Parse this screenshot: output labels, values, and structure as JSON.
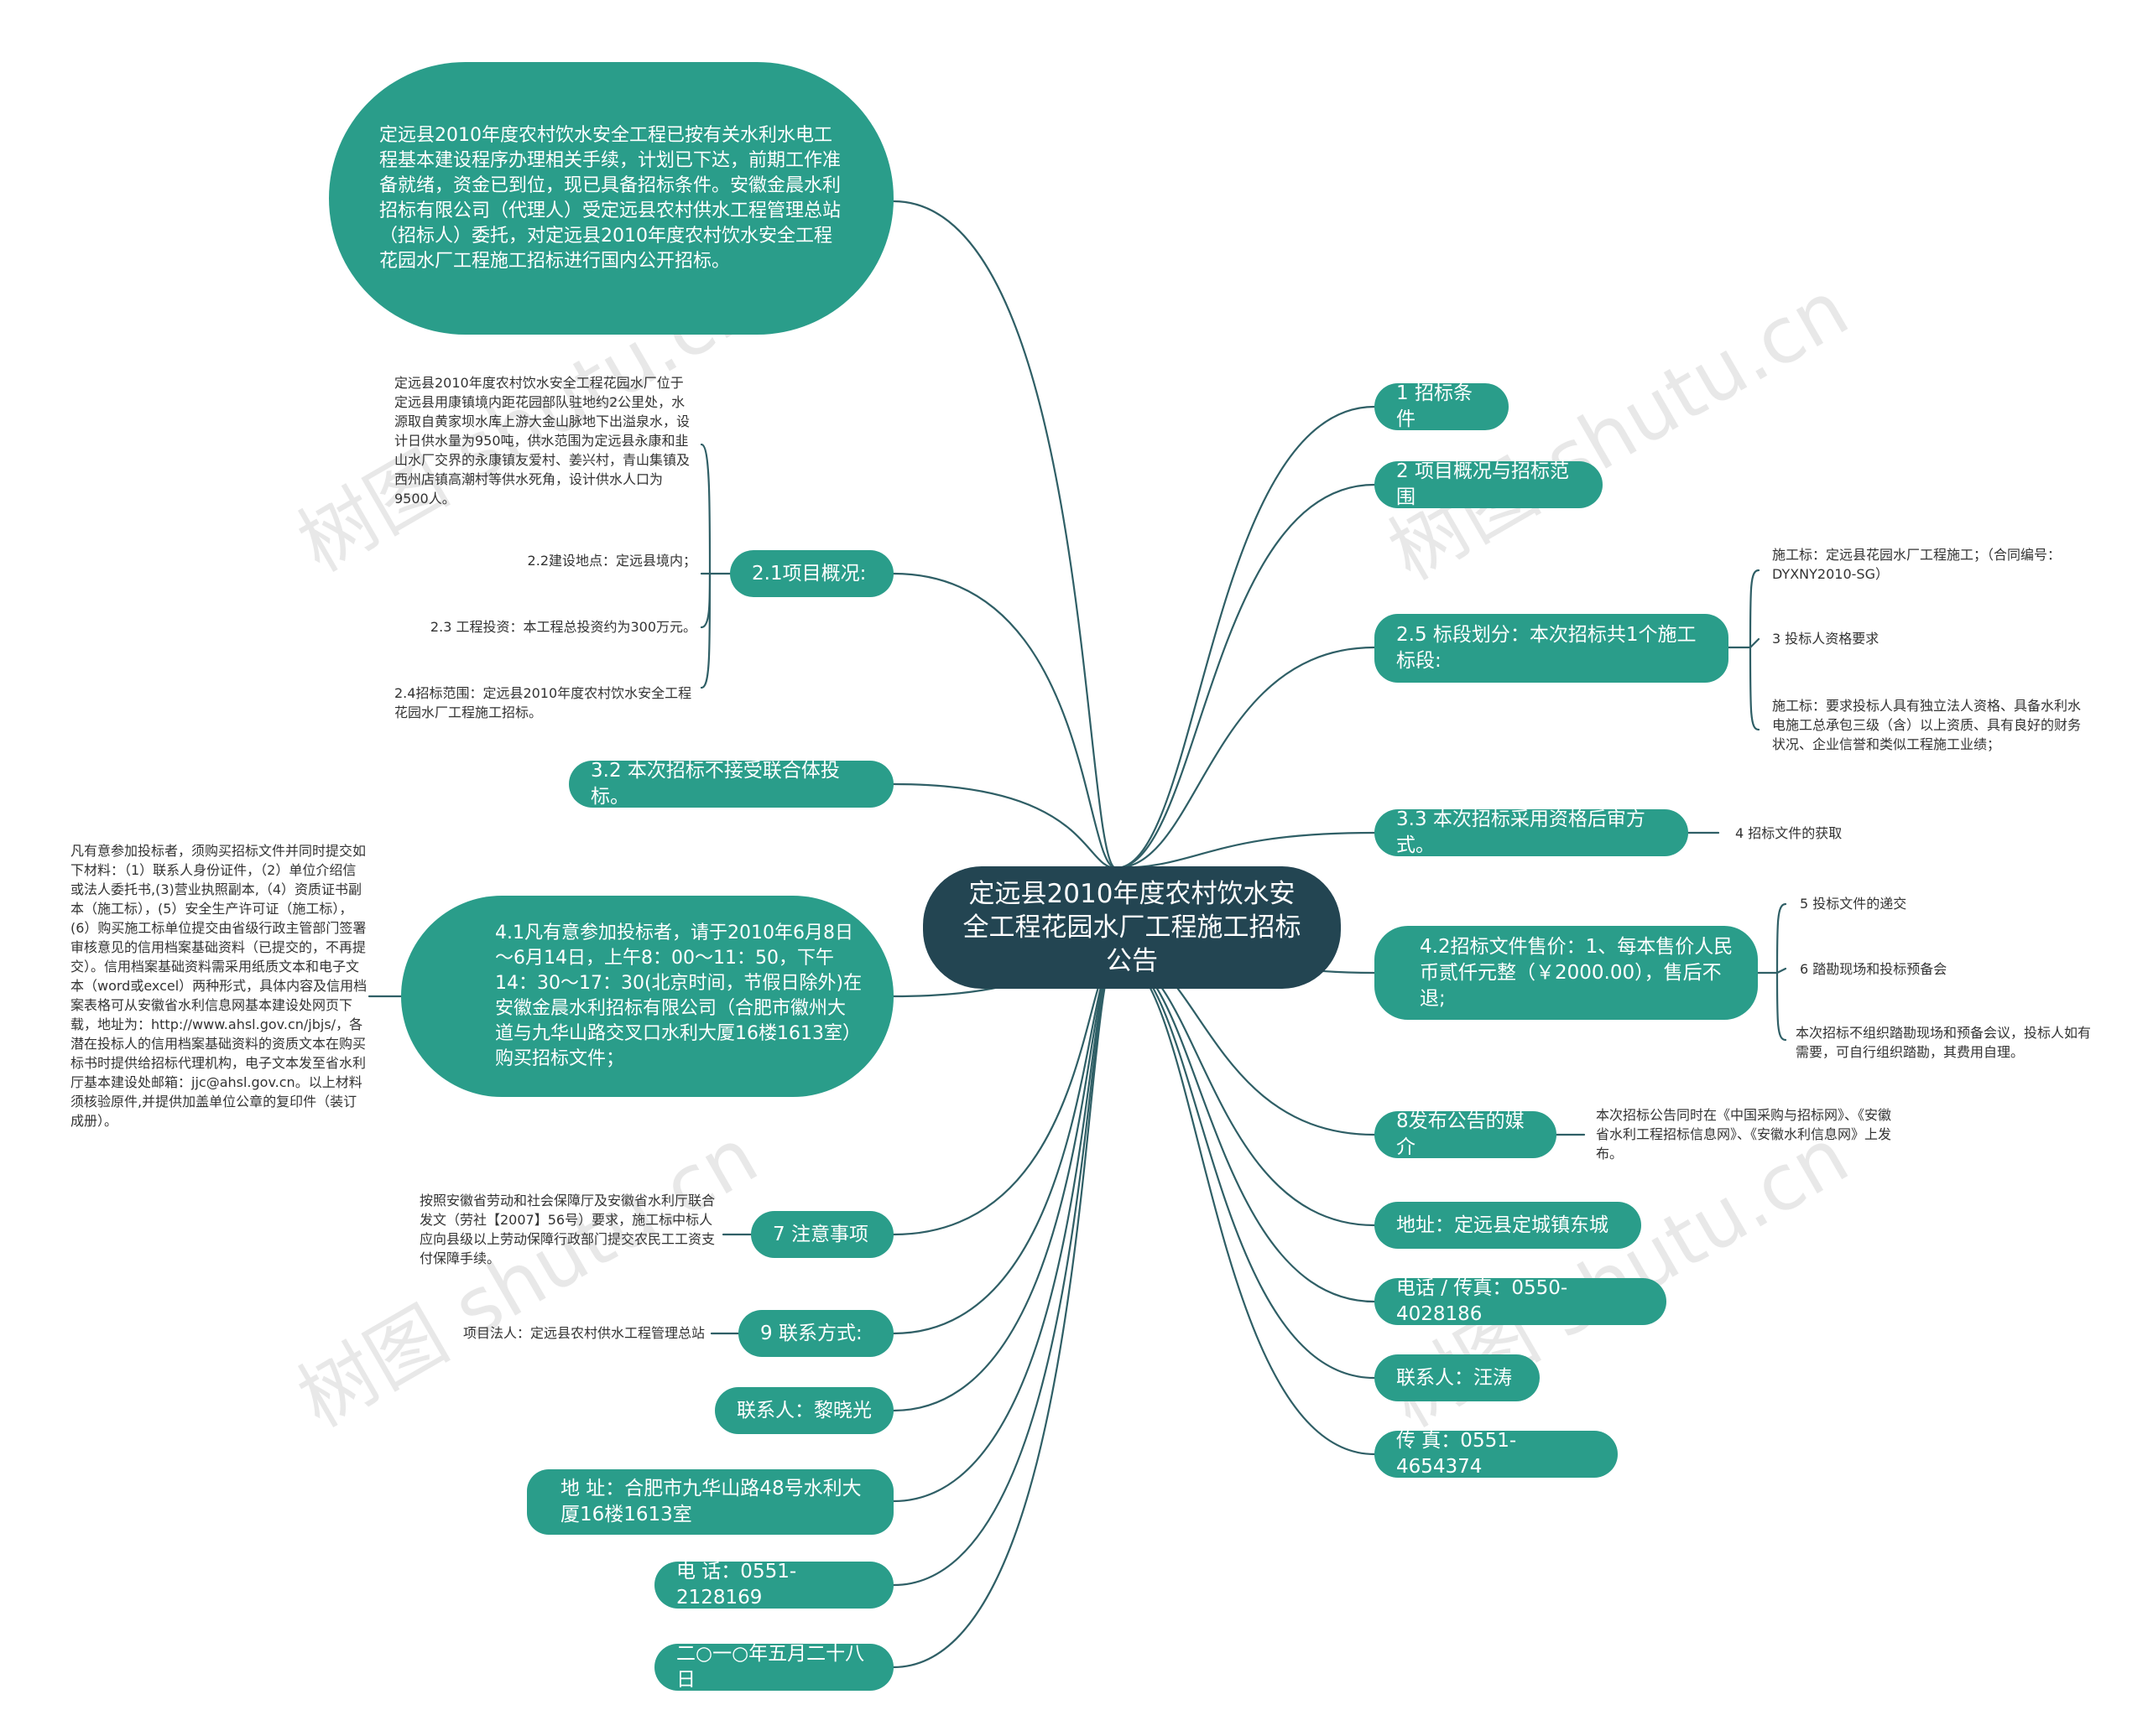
{
  "root": "定远县2010年度农村饮水安全工程花园水厂工程施工招标公告",
  "intro": "定远县2010年度农村饮水安全工程已按有关水利水电工程基本建设程序办理相关手续，计划已下达，前期工作准备就绪，资金已到位，现已具备招标条件。安徽金晨水利招标有限公司（代理人）受定远县农村供水工程管理总站（招标人）委托，对定远县2010年度农村饮水安全工程花园水厂工程施工招标进行国内公开招标。",
  "left": {
    "item21": {
      "label": "2.1项目概况:",
      "notes": [
        "定远县2010年度农村饮水安全工程花园水厂位于定远县用康镇境内距花园部队驻地约2公里处，水源取自黄家坝水库上游大金山脉地下出溢泉水，设计日供水量为950吨，供水范围为定远县永康和韭山水厂交界的永康镇友爱村、姜兴村，青山集镇及西州店镇高潮村等供水死角，设计供水人口为9500人。",
        "2.2建设地点：定远县境内；",
        "2.3 工程投资：本工程总投资约为300万元。",
        "2.4招标范围：定远县2010年度农村饮水安全工程花园水厂工程施工招标。"
      ]
    },
    "item32": "3.2 本次招标不接受联合体投标。",
    "item41": {
      "label": "4.1凡有意参加投标者，请于2010年6月8日～6月14日，上午8：00～11：50，下午14：30～17：30(北京时间，节假日除外)在安徽金晨水利招标有限公司（合肥市徽州大道与九华山路交叉口水利大厦16楼1613室）购买招标文件；",
      "note": "凡有意参加投标者，须购买招标文件并同时提交如下材料：（1）联系人身份证件，（2）单位介绍信或法人委托书,(3)营业执照副本,（4）资质证书副本（施工标），(5）安全生产许可证（施工标），(6）购买施工标单位提交由省级行政主管部门签署审核意见的信用档案基础资料（已提交的，不再提交）。信用档案基础资料需采用纸质文本和电子文本（word或excel）两种形式，具体内容及信用档案表格可从安徽省水利信息网基本建设处网页下载，地址为：http://www.ahsl.gov.cn/jbjs/，各潜在投标人的信用档案基础资料的资质文本在购买标书时提供给招标代理机构，电子文本发至省水利厅基本建设处邮箱：jjc@ahsl.gov.cn。以上材料须核验原件,并提供加盖单位公章的复印件（装订成册）。"
    },
    "item7": {
      "label": "7  注意事项",
      "note": "按照安徽省劳动和社会保障厅及安徽省水利厅联合发文（劳社【2007】56号）要求，施工标中标人应向县级以上劳动保障行政部门提交农民工工资支付保障手续。"
    },
    "item9": {
      "label": "9 联系方式:",
      "note": "项目法人：定远县农村供水工程管理总站"
    },
    "contact": "联系人：黎晓光",
    "address": "地 址：合肥市九华山路48号水利大厦16楼1613室",
    "phone": "电 话：0551-2128169",
    "date": "二○一○年五月二十八日"
  },
  "right": {
    "item1": "1 招标条件",
    "item2": "2 项目概况与招标范围",
    "item25": {
      "label": "2.5 标段划分：本次招标共1个施工标段:",
      "notes": [
        "施工标：定远县花园水厂工程施工；（合同编号：DYXNY2010-SG）",
        "3 投标人资格要求",
        "施工标：要求投标人具有独立法人资格、具备水利水电施工总承包三级（含）以上资质、具有良好的财务状况、企业信誉和类似工程施工业绩；"
      ]
    },
    "item33": {
      "label": "3.3 本次招标采用资格后审方式。",
      "note": "4 招标文件的获取"
    },
    "item42": {
      "label": "4.2招标文件售价：1、每本售价人民币贰仟元整（￥2000.00），售后不退;",
      "notes": [
        "5 投标文件的递交",
        "6 踏勘现场和投标预备会",
        "本次招标不组织踏勘现场和预备会议，投标人如有需要，可自行组织踏勘，其费用自理。"
      ]
    },
    "item8": {
      "label": "8发布公告的媒介",
      "note": "本次招标公告同时在《中国采购与招标网》、《安徽省水利工程招标信息网》、《安徽水利信息网》上发布。"
    },
    "address": "地址：定远县定城镇东城",
    "tel": "电话 / 传真：0550-4028186",
    "contact": "联系人：汪涛",
    "fax": "传 真：0551-4654374"
  },
  "watermark": "树图 shutu.cn",
  "colors": {
    "root": "#234552",
    "node": "#2a9d8a",
    "line": "#2f5f66"
  }
}
